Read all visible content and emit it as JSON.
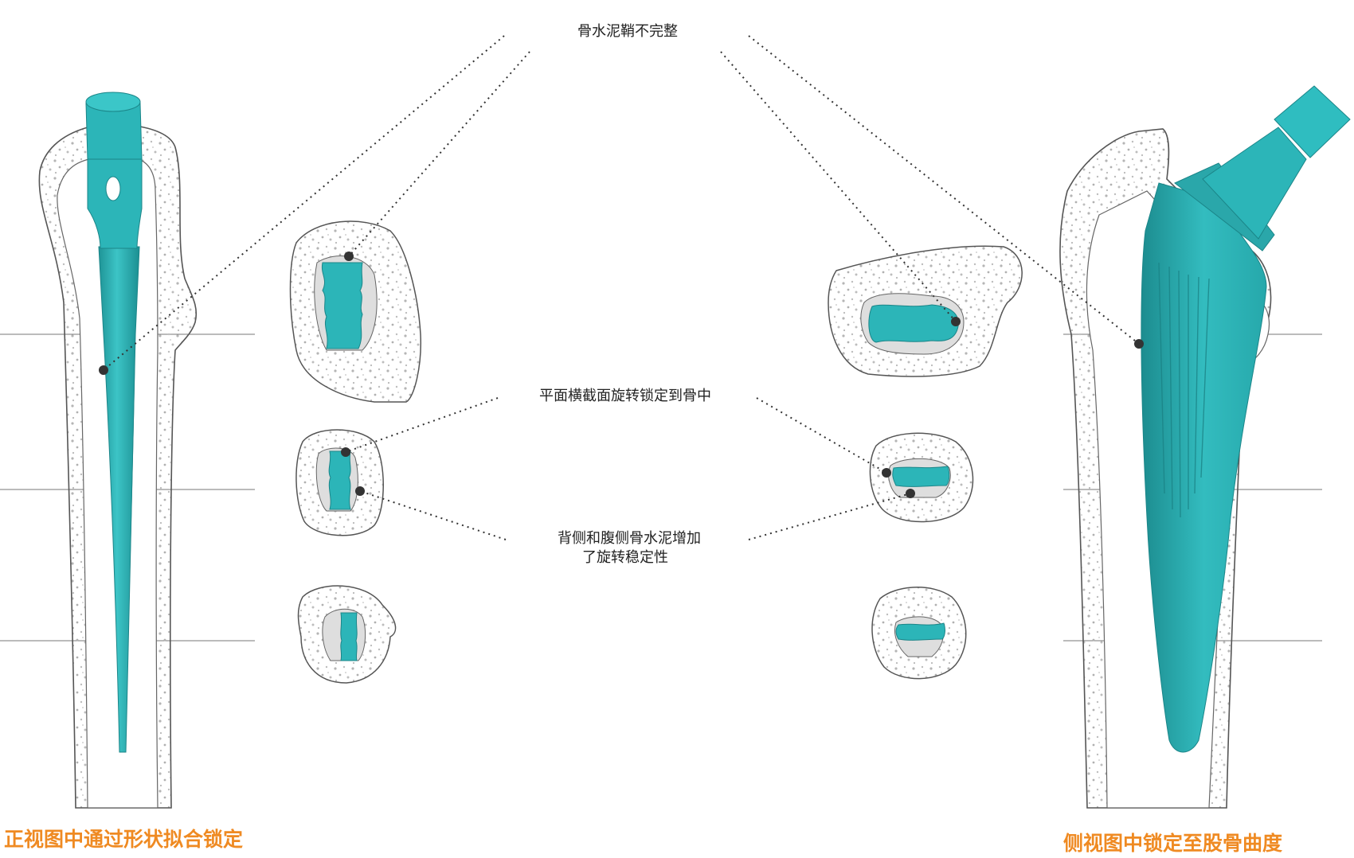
{
  "annotations": {
    "top": "骨水泥鞘不完整",
    "middle": "平面横截面旋转锁定到骨中",
    "bottom_line1": "背侧和腹侧骨水泥增加",
    "bottom_line2": "了旋转稳定性"
  },
  "captions": {
    "left": "正视图中通过形状拟合锁定",
    "right": "侧视图中锁定至股骨曲度"
  },
  "colors": {
    "implant": "#2cb5b8",
    "implant_dark": "#1f9497",
    "caption": "#ef8a22",
    "outline": "#555555",
    "cement": "#dedede",
    "speckle": "#b8b8b8"
  }
}
